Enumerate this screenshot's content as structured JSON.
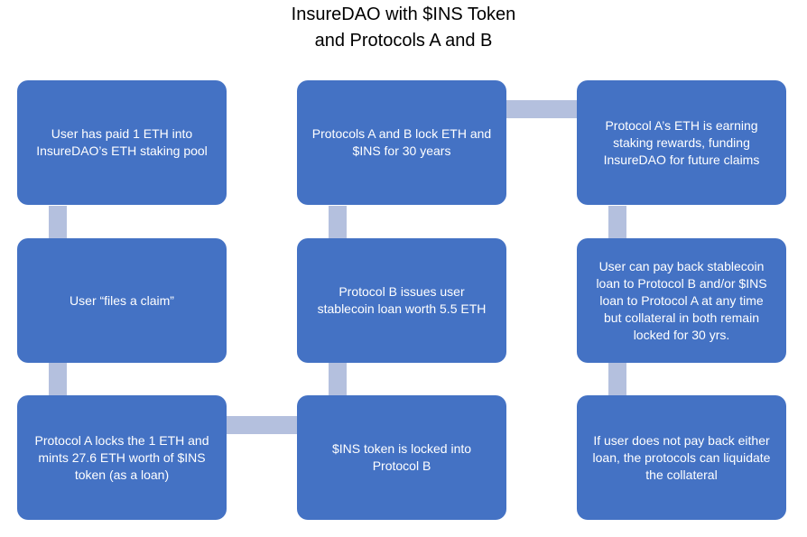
{
  "title": {
    "line1": "InsureDAO with $INS Token",
    "line2": "and Protocols A and B"
  },
  "colors": {
    "box_fill": "#4472c4",
    "connector": "#b4c0de",
    "text": "#ffffff",
    "title_text": "#000000"
  },
  "boxes": {
    "user_paid": "User has paid 1 ETH into InsureDAO’s ETH staking pool",
    "files_claim": "User “files a claim”",
    "protocol_a_locks": "Protocol A locks the 1 ETH and mints 27.6 ETH worth of $INS token (as a loan)",
    "protocols_lock": "Protocols A and B lock ETH and $INS for 30 years",
    "protocol_b_issues": "Protocol B issues user stablecoin loan worth 5.5 ETH",
    "ins_locked": "$INS token is locked into Protocol B",
    "staking_rewards": "Protocol A’s ETH is earning staking rewards, funding InsureDAO for future claims",
    "pay_back": "User can pay back stablecoin loan to Protocol B and/or $INS loan to Protocol A at any time but collateral  in both remain locked for 30 yrs.",
    "not_pay_back": "If user does not pay back either loan, the protocols can liquidate the collateral"
  }
}
